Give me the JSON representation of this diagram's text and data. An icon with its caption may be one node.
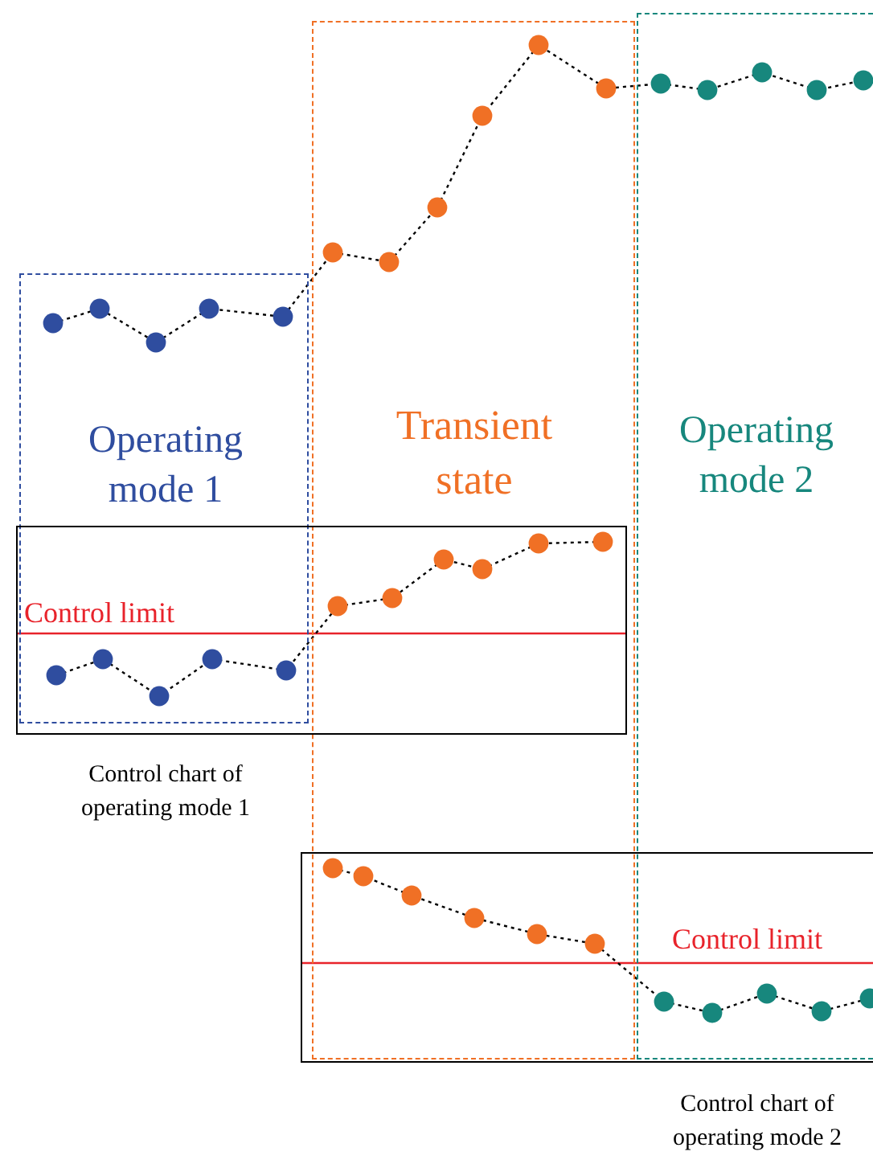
{
  "diagram": {
    "nodes": [
      {
        "text": [
          "Operating mode 1"
        ]
      },
      {
        "text": [
          "Transient state"
        ]
      },
      {
        "text": [
          "Operating mode 2"
        ]
      },
      {
        "text": [
          "Control limit"
        ],
        "beside": [
          "Control chart of operating mode 1"
        ]
      },
      {
        "text": [
          "Control limit"
        ],
        "beside": [
          "Control chart of operating mode 2"
        ]
      }
    ]
  }
}
